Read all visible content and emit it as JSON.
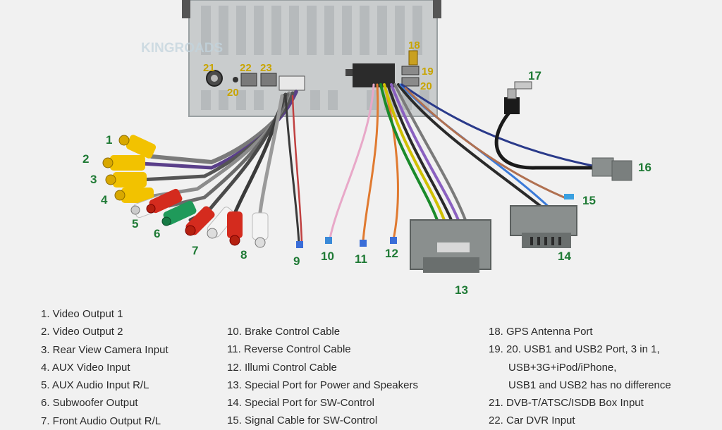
{
  "callouts": [
    "1",
    "2",
    "3",
    "4",
    "5",
    "6",
    "7",
    "8",
    "9",
    "10",
    "11",
    "12",
    "13",
    "14",
    "15",
    "16",
    "17",
    "18",
    "19",
    "20",
    "21",
    "22",
    "23"
  ],
  "watermark": "KINGROADS",
  "legend": {
    "col1": [
      "1. Video Output 1",
      "2. Video Output 2",
      "3. Rear View Camera Input",
      "4. AUX Video Input",
      "5. AUX Audio Input R/L",
      "6. Subwoofer Output",
      "7. Front Audio Output R/L"
    ],
    "col2": [
      "10. Brake Control Cable",
      "11. Reverse Control Cable",
      "12. Illumi Control Cable",
      "13. Special Port for Power and Speakers",
      "14. Special Port for SW-Control",
      "15. Signal Cable for SW-Control"
    ],
    "col3": [
      "18. GPS Antenna Port",
      "19. 20.  USB1 and USB2 Port, 3 in 1,",
      "USB+3G+iPod/iPhone,",
      "USB1 and USB2 has no difference",
      "21. DVB-T/ATSC/ISDB Box Input",
      "22. Car DVR Input"
    ]
  },
  "colors": {
    "label_green": "#1f7a35",
    "rca_yellow": "#f2c200",
    "rca_red": "#d42b1e",
    "rca_green": "#1f9a5a",
    "rca_white": "#f4f4f4",
    "connector_gray": "#8a8f8e"
  }
}
